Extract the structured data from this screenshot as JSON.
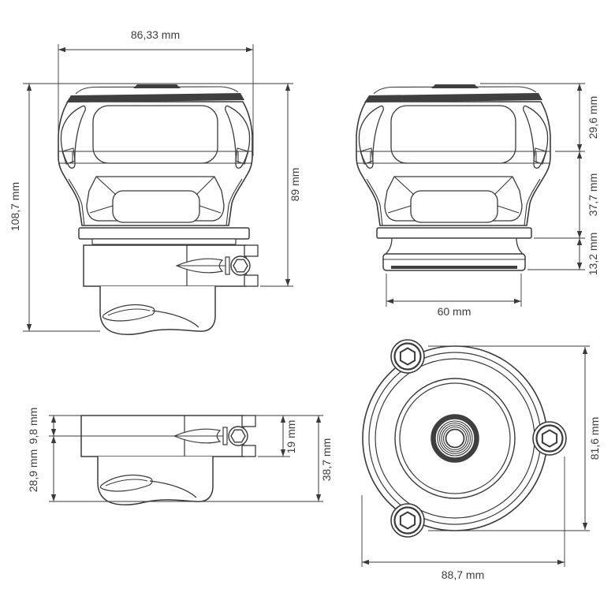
{
  "drawing": {
    "background": "#ffffff",
    "line_color": "#3a3a3a",
    "dark_fill": "#3f3f3f",
    "text_color": "#3d3d3d",
    "unit": "mm",
    "views": {
      "front": {
        "title": "front-side-view-with-clamp-and-outlet",
        "dims": {
          "width": "86,33 mm",
          "total_height": "108,7 mm",
          "body_height": "89 mm"
        }
      },
      "side": {
        "title": "side-view-with-vband-flange",
        "dims": {
          "cap_height": "29,6 mm",
          "mid_height": "37,7 mm",
          "flange_height": "13,2 mm",
          "flange_width": "60 mm"
        }
      },
      "clamp_detail": {
        "title": "clamp-and-outlet-detail",
        "dims": {
          "upper": "9,8 mm",
          "lower": "28,9 mm",
          "clamp_height": "19 mm",
          "total_height": "38,7 mm"
        }
      },
      "top": {
        "title": "top-view-bolt-flange",
        "dims": {
          "height": "81,6 mm",
          "width": "88,7 mm"
        }
      }
    }
  }
}
